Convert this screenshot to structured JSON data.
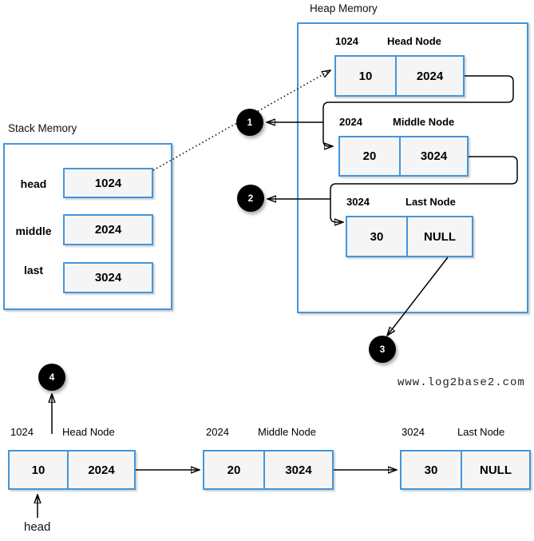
{
  "colors": {
    "node_border_blue": "#4495da",
    "cell_fill": "#f5f5f5",
    "marker_black": "#000000"
  },
  "heap": {
    "title": "Heap Memory",
    "nodes": [
      {
        "address": "1024",
        "label": "Head Node",
        "data": "10",
        "next": "2024"
      },
      {
        "address": "2024",
        "label": "Middle Node",
        "data": "20",
        "next": "3024"
      },
      {
        "address": "3024",
        "label": "Last Node",
        "data": "30",
        "next": "NULL"
      }
    ]
  },
  "stack": {
    "title": "Stack Memory",
    "variables": [
      {
        "name": "head",
        "value": "1024"
      },
      {
        "name": "middle",
        "value": "2024"
      },
      {
        "name": "last",
        "value": "3024"
      }
    ]
  },
  "step_markers": [
    {
      "label": "1"
    },
    {
      "label": "2"
    },
    {
      "label": "3"
    },
    {
      "label": "4"
    }
  ],
  "watermark": "www.log2base2.com",
  "linked_list": {
    "head_pointer_label": "head",
    "nodes": [
      {
        "address": "1024",
        "label": "Head Node",
        "data": "10",
        "next": "2024"
      },
      {
        "address": "2024",
        "label": "Middle Node",
        "data": "20",
        "next": "3024"
      },
      {
        "address": "3024",
        "label": "Last Node",
        "data": "30",
        "next": "NULL"
      }
    ]
  }
}
